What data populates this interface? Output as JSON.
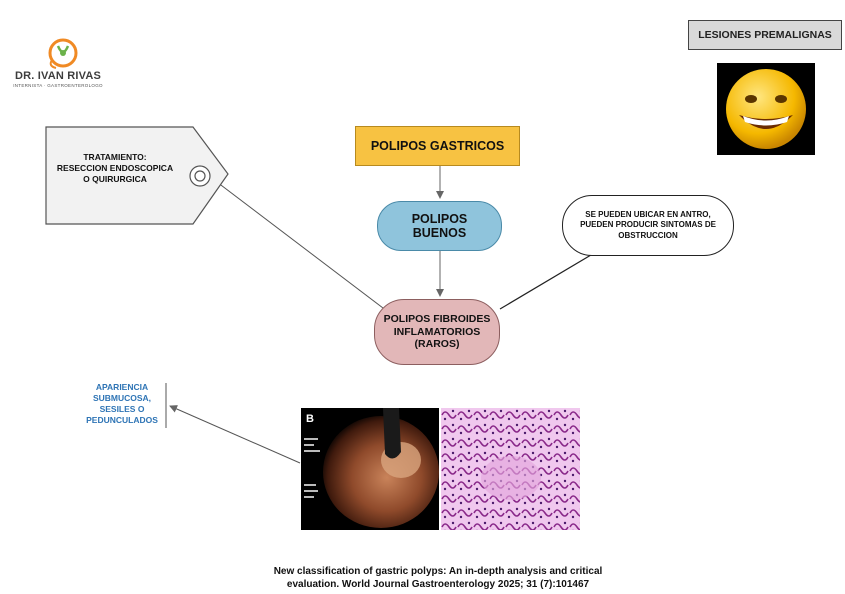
{
  "logo": {
    "brand": "DR. IVAN RIVAS",
    "subtitle": "INTERNISTA · GASTROENTEROLOGO",
    "icon": "stethoscope-leaf-icon",
    "colors": {
      "orange": "#f08a24",
      "green": "#6bb24a"
    }
  },
  "premalignant_tag": {
    "label": "LESIONES PREMALIGNAS"
  },
  "emoji": {
    "icon": "grinning-face-icon"
  },
  "nodes": {
    "gastricos": {
      "label": "POLIPOS GASTRICOS",
      "color": "#f7c242"
    },
    "buenos": {
      "line1": "POLIPOS",
      "line2": "BUENOS",
      "color": "#8fc4dc"
    },
    "fibroides": {
      "line1": "POLIPOS FIBROIDES",
      "line2": "INFLAMATORIOS",
      "line3": "(RAROS)",
      "color": "#e2b7b8"
    }
  },
  "treatment_tag": {
    "line1": "TRATAMIENTO:",
    "line2": "RESECCION ENDOSCOPICA",
    "line3": "O QUIRURGICA"
  },
  "location_bubble": {
    "line1": "SE PUEDEN UBICAR EN ANTRO,",
    "line2": "PUEDEN PRODUCIR SINTOMAS DE",
    "line3": "OBSTRUCCION"
  },
  "appearance_note": {
    "line1": "APARIENCIA",
    "line2": "SUBMUCOSA,",
    "line3": "SESILES O",
    "line4": "PEDUNCULADOS",
    "color": "#2e74b5"
  },
  "endoscopy_image": {
    "panel_letter": "B"
  },
  "histology_image": {},
  "citation": {
    "line1": "New classification  of gastric polyps: An in-depth analysis and critical",
    "line2": "evaluation. World  Journal Gastroenterology 2025; 31 (7):101467"
  }
}
